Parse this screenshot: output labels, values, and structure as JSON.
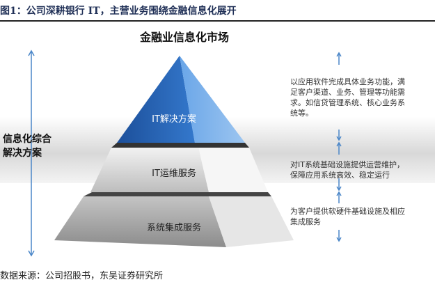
{
  "figure_title": "图1：公司深耕银行 IT，主营业务围绕金融信息化展开",
  "chart_title": "金融业信息化市场",
  "left_label": [
    "信息化综合",
    "解决方案"
  ],
  "layers": [
    {
      "label": "IT解决方案",
      "color": "#2f6fc4",
      "description": "以应用软件完成具体业务功能，满足客户渠道、业务、管理等功能需求。如信贷管理系统、核心业务系统等。"
    },
    {
      "label": "IT运维服务",
      "color": "#d0d0d0",
      "description": "对IT系统基础设施提供运营维护，保障应用系统高效、稳定运行"
    },
    {
      "label": "系统集成服务",
      "color": "#a8a8a8",
      "description": "为客户提供软硬件基础设施及相应集成服务"
    }
  ],
  "arrow_color": "#4a86c8",
  "source": "数据来源：公司招股书，东吴证券研究所"
}
